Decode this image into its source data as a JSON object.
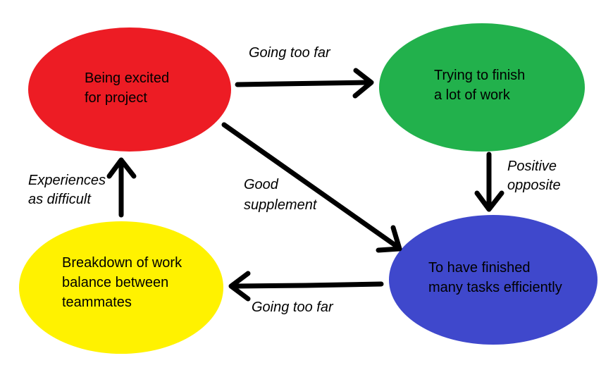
{
  "diagram": {
    "background_color": "#ffffff",
    "arrow_color": "#000000",
    "text_color": "#000000",
    "nodes": [
      {
        "id": "being-excited",
        "color": "#ed1c24",
        "lines": [
          "Being excited",
          "for project"
        ]
      },
      {
        "id": "trying-to-finish",
        "color": "#22b14c",
        "lines": [
          "Trying to finish",
          "a lot of work"
        ]
      },
      {
        "id": "breakdown-of-work",
        "color": "#fff200",
        "lines": [
          "Breakdown of work",
          "balance between",
          "teammates"
        ]
      },
      {
        "id": "finished-many-tasks",
        "color": "#3f48cc",
        "lines": [
          "To have finished",
          "many tasks efficiently"
        ]
      }
    ],
    "edge_labels": [
      {
        "id": "going-too-far-top",
        "lines": [
          "Going too far"
        ]
      },
      {
        "id": "positive-opposite",
        "lines": [
          "Positive",
          "opposite"
        ]
      },
      {
        "id": "good-supplement",
        "lines": [
          "Good",
          "supplement"
        ]
      },
      {
        "id": "going-too-far-bottom",
        "lines": [
          "Going too far"
        ]
      },
      {
        "id": "experiences-as-difficult",
        "lines": [
          "Experiences",
          "as difficult"
        ]
      }
    ]
  }
}
